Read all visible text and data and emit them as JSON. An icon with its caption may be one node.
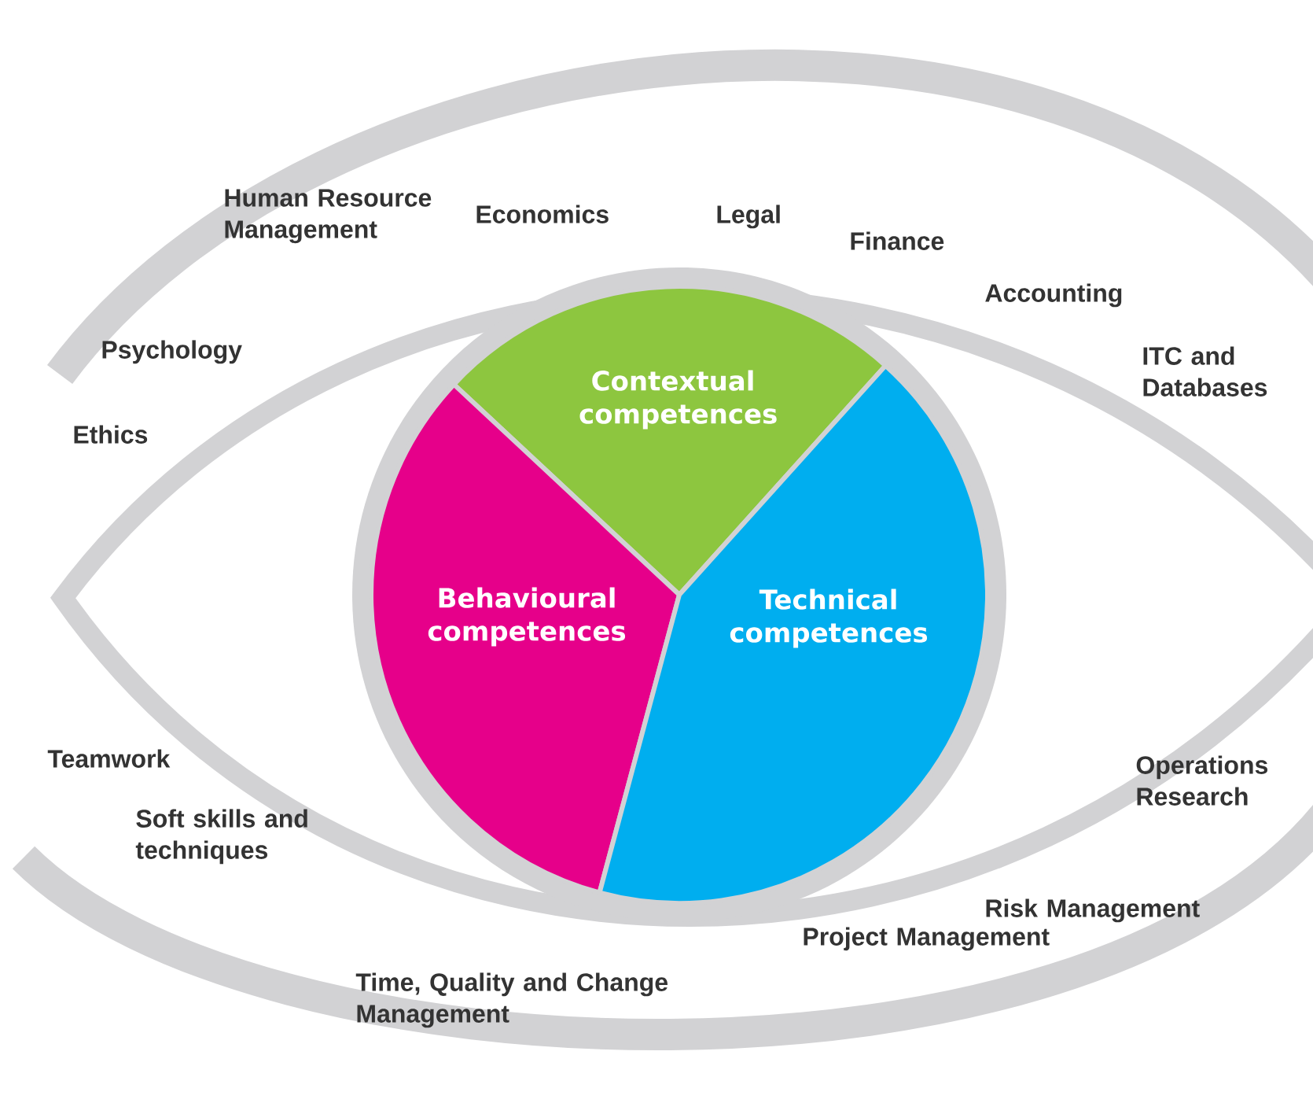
{
  "diagram": {
    "nodes": [
      {
        "text": [
          "Contextual competences"
        ]
      },
      {
        "text": [
          "Behavioural competences"
        ]
      },
      {
        "text": [
          "Technical competences"
        ]
      }
    ],
    "labels": [
      "Human Resource Management",
      "Economics",
      "Legal",
      "Finance",
      "Accounting",
      "Psychology",
      "ITC and Databases",
      "Ethics",
      "Teamwork",
      "Operations Research",
      "Soft skills and techniques",
      "Risk Management",
      "Project Management",
      "Time, Quality and Change Management"
    ]
  }
}
